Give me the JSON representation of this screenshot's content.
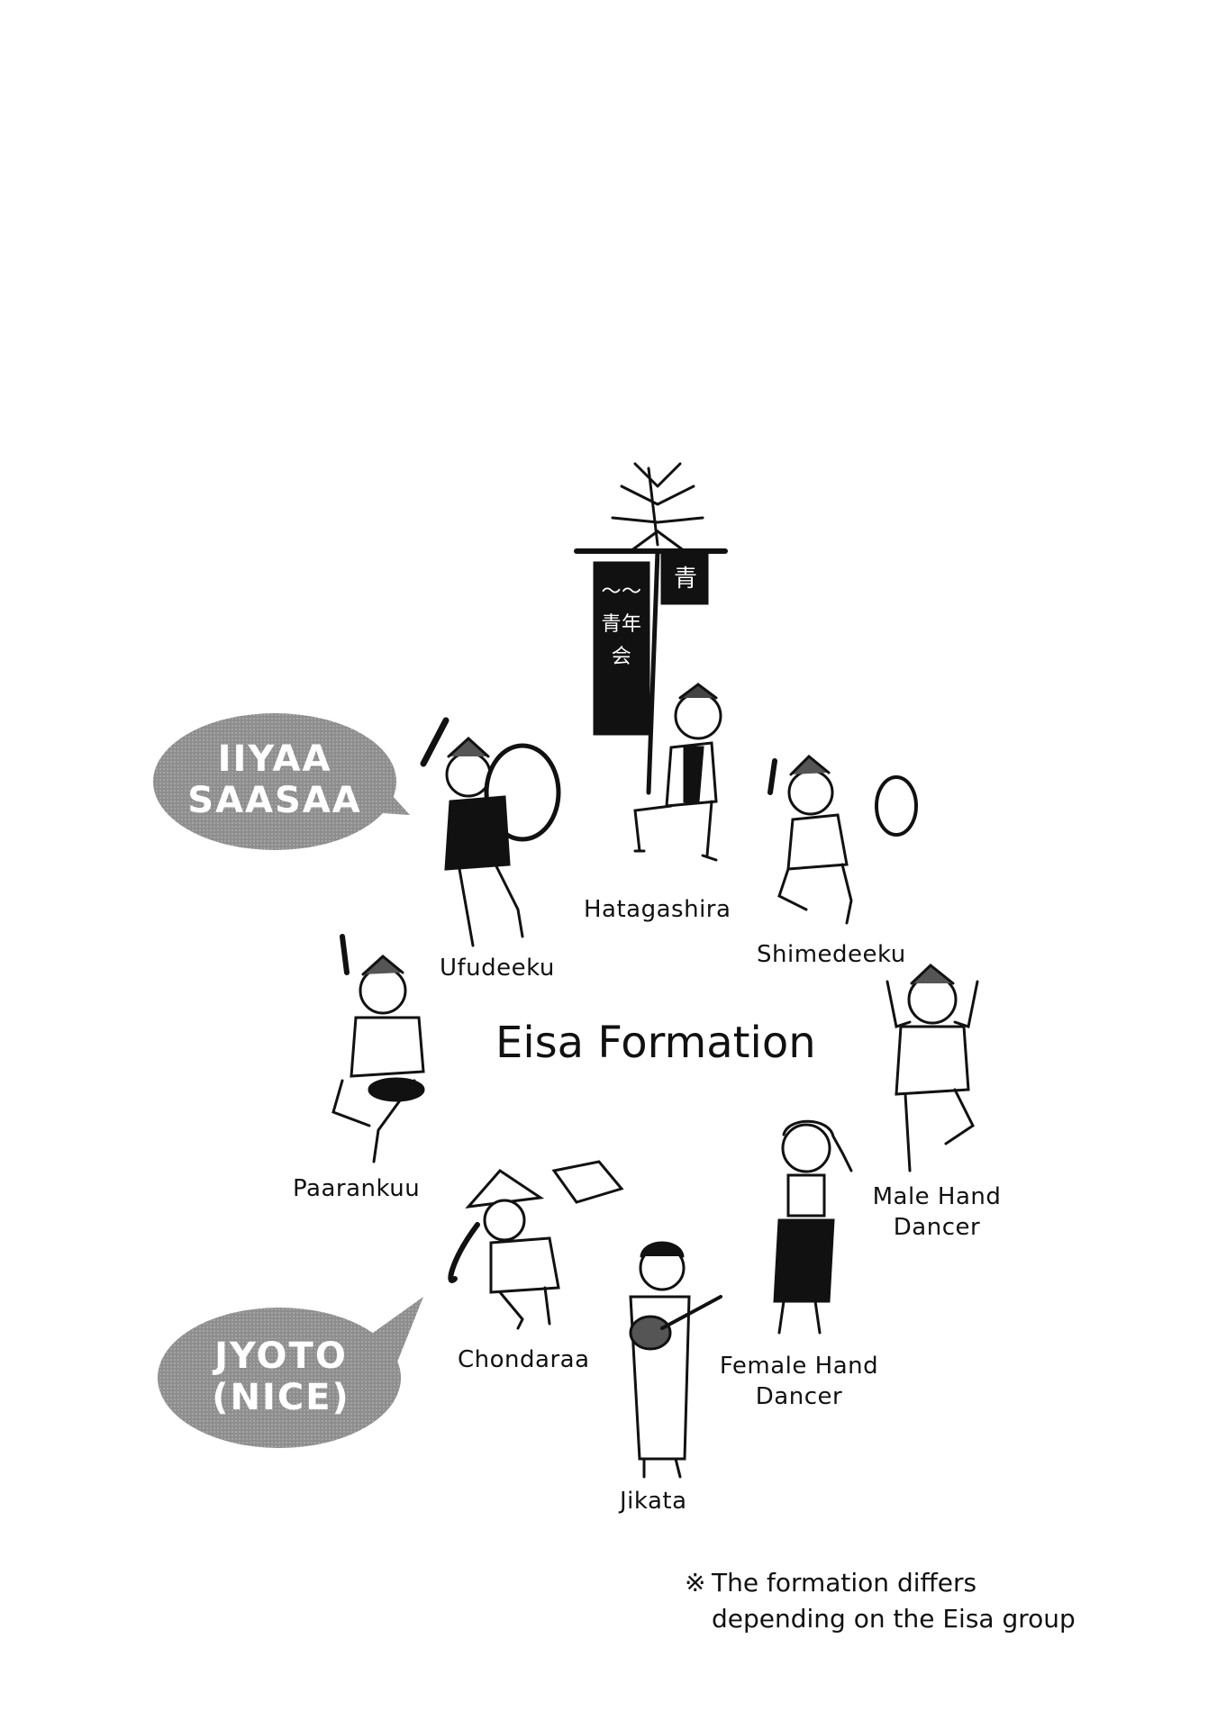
{
  "title": "Eisa Formation",
  "bubbles": {
    "top": {
      "line1": "IIYAA",
      "line2": "SAASAA",
      "color": "#9a9a9a"
    },
    "bottom": {
      "line1": "JYOTO",
      "line2": "(NICE)",
      "color": "#9a9a9a"
    }
  },
  "roles": {
    "hatagashira": "Hatagashira",
    "ufudeeku": "Ufudeeku",
    "shimedeeku": "Shimedeeku",
    "paarankuu": "Paarankuu",
    "male_hand_dancer_line1": "Male Hand",
    "male_hand_dancer_line2": "Dancer",
    "chondaraa": "Chondaraa",
    "female_hand_dancer_line1": "Female Hand",
    "female_hand_dancer_line2": "Dancer",
    "jikata": "Jikata"
  },
  "banner_glyphs": {
    "flag_small": "青",
    "flag_long": "〜〜 青年会"
  },
  "note": {
    "mark": "※",
    "line1": "The formation differs",
    "line2": "depending on the Eisa group"
  }
}
